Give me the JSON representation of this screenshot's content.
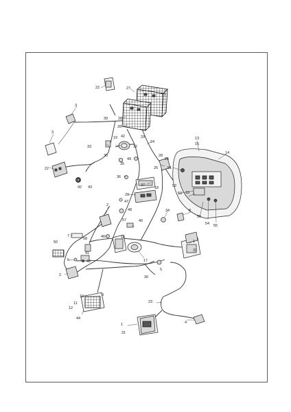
{
  "diagram": {
    "callouts": [
      {
        "id": "c1",
        "text": "22"
      },
      {
        "id": "c2",
        "text": "27"
      },
      {
        "id": "c3",
        "text": "21"
      },
      {
        "id": "c4",
        "text": "3"
      },
      {
        "id": "c5",
        "text": "28"
      },
      {
        "id": "c6",
        "text": "39"
      },
      {
        "id": "c7",
        "text": "3"
      },
      {
        "id": "c8",
        "text": "28"
      },
      {
        "id": "c9",
        "text": "42"
      },
      {
        "id": "c10",
        "text": "29"
      },
      {
        "id": "c11",
        "text": "19"
      },
      {
        "id": "c12",
        "text": "24"
      },
      {
        "id": "c13",
        "text": "33"
      },
      {
        "id": "c14",
        "text": "32"
      },
      {
        "id": "c15",
        "text": "30"
      },
      {
        "id": "c16",
        "text": "28"
      },
      {
        "id": "c17",
        "text": "35"
      },
      {
        "id": "c18",
        "text": "49"
      },
      {
        "id": "c19",
        "text": "25"
      },
      {
        "id": "c20",
        "text": "22"
      },
      {
        "id": "c21",
        "text": "13"
      },
      {
        "id": "c22",
        "text": "16"
      },
      {
        "id": "c23",
        "text": "14"
      },
      {
        "id": "c24",
        "text": "51"
      },
      {
        "id": "c25",
        "text": "26"
      },
      {
        "id": "c26",
        "text": "52"
      },
      {
        "id": "c27",
        "text": "36"
      },
      {
        "id": "c28",
        "text": "42"
      },
      {
        "id": "c29",
        "text": "43"
      },
      {
        "id": "c30",
        "text": "37"
      },
      {
        "id": "c31",
        "text": "18"
      },
      {
        "id": "c32",
        "text": "53"
      },
      {
        "id": "c33",
        "text": "15"
      },
      {
        "id": "c34",
        "text": "20"
      },
      {
        "id": "c35",
        "text": "47"
      },
      {
        "id": "c36",
        "text": "56"
      },
      {
        "id": "c37",
        "text": "54"
      },
      {
        "id": "c38",
        "text": "55"
      },
      {
        "id": "c39",
        "text": "2"
      },
      {
        "id": "c40",
        "text": "48"
      },
      {
        "id": "c41",
        "text": "34"
      },
      {
        "id": "c42",
        "text": "8"
      },
      {
        "id": "c43",
        "text": "57"
      },
      {
        "id": "c44",
        "text": "40"
      },
      {
        "id": "c45",
        "text": "7"
      },
      {
        "id": "c46",
        "text": "58"
      },
      {
        "id": "c47",
        "text": "46"
      },
      {
        "id": "c48",
        "text": "16"
      },
      {
        "id": "c49",
        "text": "1"
      },
      {
        "id": "c50",
        "text": "50"
      },
      {
        "id": "c51",
        "text": "41"
      },
      {
        "id": "c52",
        "text": "31"
      },
      {
        "id": "c53",
        "text": "6"
      },
      {
        "id": "c54",
        "text": "45"
      },
      {
        "id": "c55",
        "text": "17"
      },
      {
        "id": "c56",
        "text": "5"
      },
      {
        "id": "c57",
        "text": "2"
      },
      {
        "id": "c58",
        "text": "30"
      },
      {
        "id": "c59",
        "text": "10"
      },
      {
        "id": "c60",
        "text": "9"
      },
      {
        "id": "c61",
        "text": "23"
      },
      {
        "id": "c62",
        "text": "11"
      },
      {
        "id": "c63",
        "text": "12"
      },
      {
        "id": "c64",
        "text": "44"
      },
      {
        "id": "c65",
        "text": "4"
      },
      {
        "id": "c66",
        "text": "1"
      },
      {
        "id": "c67",
        "text": "31"
      }
    ]
  }
}
